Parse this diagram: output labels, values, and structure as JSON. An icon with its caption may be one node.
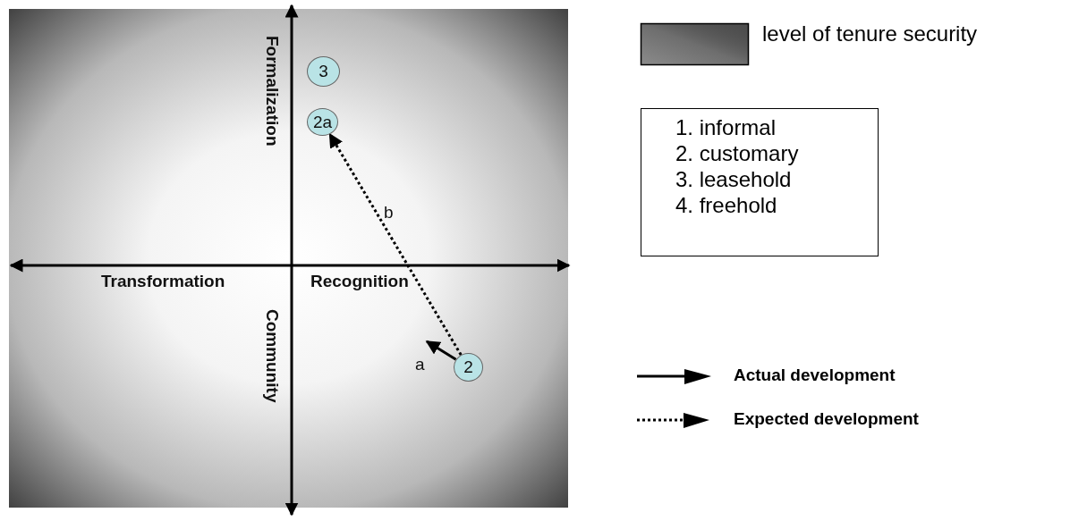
{
  "diagram": {
    "nodes": [
      {
        "text": [
          "3"
        ]
      },
      {
        "text": [
          "2a"
        ]
      },
      {
        "text": [
          "2"
        ]
      },
      {
        "text": [
          "1. informal",
          "2. customary",
          "3. leasehold",
          "4. freehold"
        ]
      }
    ],
    "edges": [
      {
        "from": 2,
        "to": 1,
        "arrow": "to",
        "style": "dashed",
        "label": "b"
      },
      {
        "from": 2,
        "to": null,
        "arrow": "to",
        "label": "a"
      }
    ],
    "labels": [
      "Formalization",
      "Transformation",
      "Recognition",
      "Community"
    ],
    "legend": [
      {
        "text": "level of tenure security",
        "color": "#6e6e6e"
      },
      {
        "text": "Actual development"
      },
      {
        "text": "Expected development"
      }
    ]
  }
}
